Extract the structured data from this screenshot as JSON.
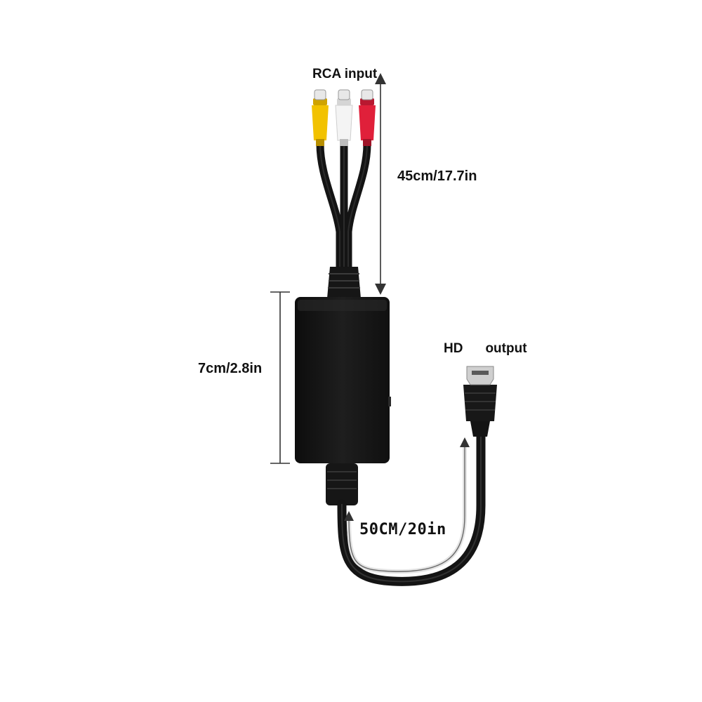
{
  "labels": {
    "rca_input": "RCA input",
    "rca_cable_length": "45cm/17.7in",
    "box_height": "7cm/2.8in",
    "hd_output_left": "HD",
    "hd_output_right": "output",
    "hdmi_cable_length": "50CM/20in"
  },
  "colors": {
    "background": "#ffffff",
    "cable": "#1a1a1a",
    "box": "#141414",
    "rca_yellow": "#f2c200",
    "rca_white": "#f2f2f2",
    "rca_red": "#e0203a",
    "dimension_line": "#333333"
  },
  "icons": {
    "rca_yellow": "rca-yellow-connector-icon",
    "rca_white": "rca-white-connector-icon",
    "rca_red": "rca-red-connector-icon",
    "hdmi_plug": "hdmi-plug-icon",
    "converter_box": "converter-box-icon"
  }
}
